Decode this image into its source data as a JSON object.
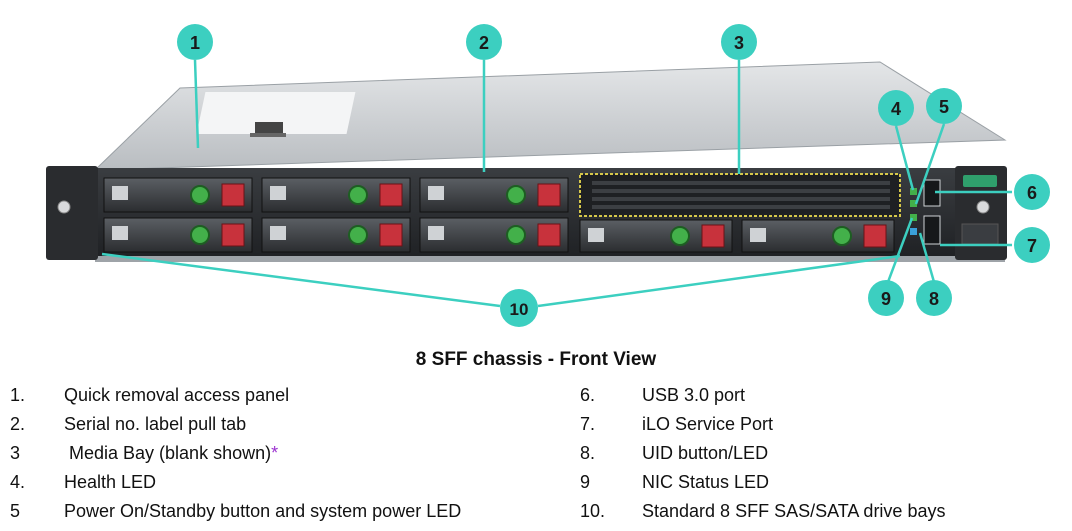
{
  "callouts": [
    "1",
    "2",
    "3",
    "4",
    "5",
    "6",
    "7",
    "8",
    "9",
    "10"
  ],
  "caption": "8 SFF chassis - Front View",
  "legend": {
    "left": [
      {
        "num": "1.",
        "text": "Quick removal access panel"
      },
      {
        "num": "2.",
        "text": "Serial no. label pull tab"
      },
      {
        "num": "3",
        "text": " Media Bay (blank shown)",
        "mark": "*"
      },
      {
        "num": "4.",
        "text": "Health LED"
      },
      {
        "num": "5",
        "text": "Power On/Standby button and system power LED"
      }
    ],
    "right": [
      {
        "num": "6.",
        "text": "USB 3.0 port"
      },
      {
        "num": "7.",
        "text": "iLO Service Port"
      },
      {
        "num": "8.",
        "text": "UID button/LED"
      },
      {
        "num": "9",
        "text": "NIC Status LED"
      },
      {
        "num": "10.",
        "text": "Standard 8 SFF SAS/SATA drive bays"
      }
    ]
  },
  "colors": {
    "callout_fill": "#3ccfc0",
    "callout_text": "#1a1a1a",
    "leader_line": "#3ccfc0",
    "asterisk": "#9b30d0",
    "chassis": "#c9cdd1",
    "drive_green": "#43b04a",
    "drive_red": "#c8323c"
  }
}
